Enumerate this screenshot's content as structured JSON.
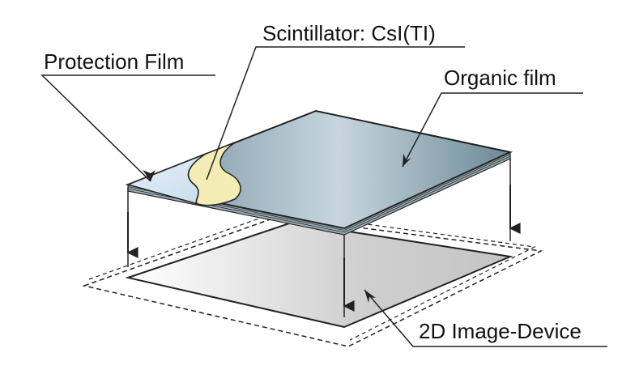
{
  "labels": {
    "scintillator": "Scintillator: CsI(TI)",
    "protection_film": "Protection Film",
    "organic_film": "Organic film",
    "image_device": "2D Image-Device"
  },
  "colors": {
    "organic_film": "#7f9aa7",
    "protection_film": "#d6e6f3",
    "scintillator": "#f3ecb5",
    "device_surface": "#d5d5d5",
    "lines": "#222222"
  }
}
